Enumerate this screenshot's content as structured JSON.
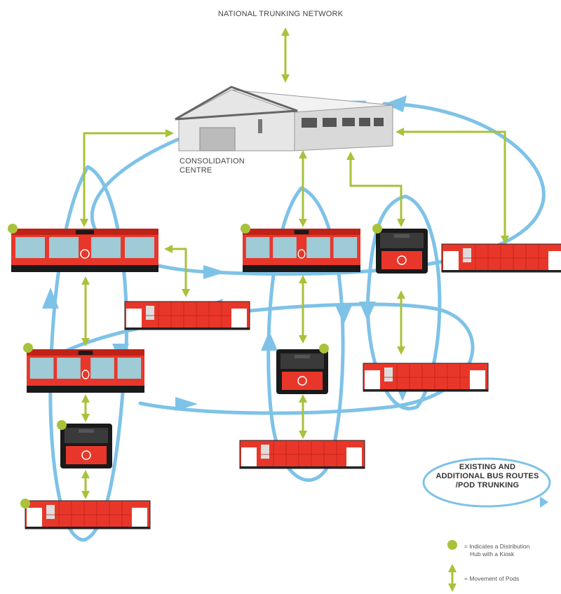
{
  "labels": {
    "top": "NATIONAL TRUNKING NETWORK",
    "hub_line1": "CONSOLIDATION",
    "hub_line2": "CENTRE",
    "routes_line1": "EXISTING AND",
    "routes_line2": "ADDITIONAL BUS ROUTES",
    "routes_line3": "/POD TRUNKING"
  },
  "legend": {
    "hub_line1": "= Indicates a Distribution",
    "hub_line2": "Hub with a Kiosk",
    "pod": "= Movement of Pods"
  },
  "colors": {
    "route_blue": "#7ec2e8",
    "pod_green": "#a8c23a",
    "bus_red": "#e8372a",
    "hub_dot": "#a8c23a"
  }
}
